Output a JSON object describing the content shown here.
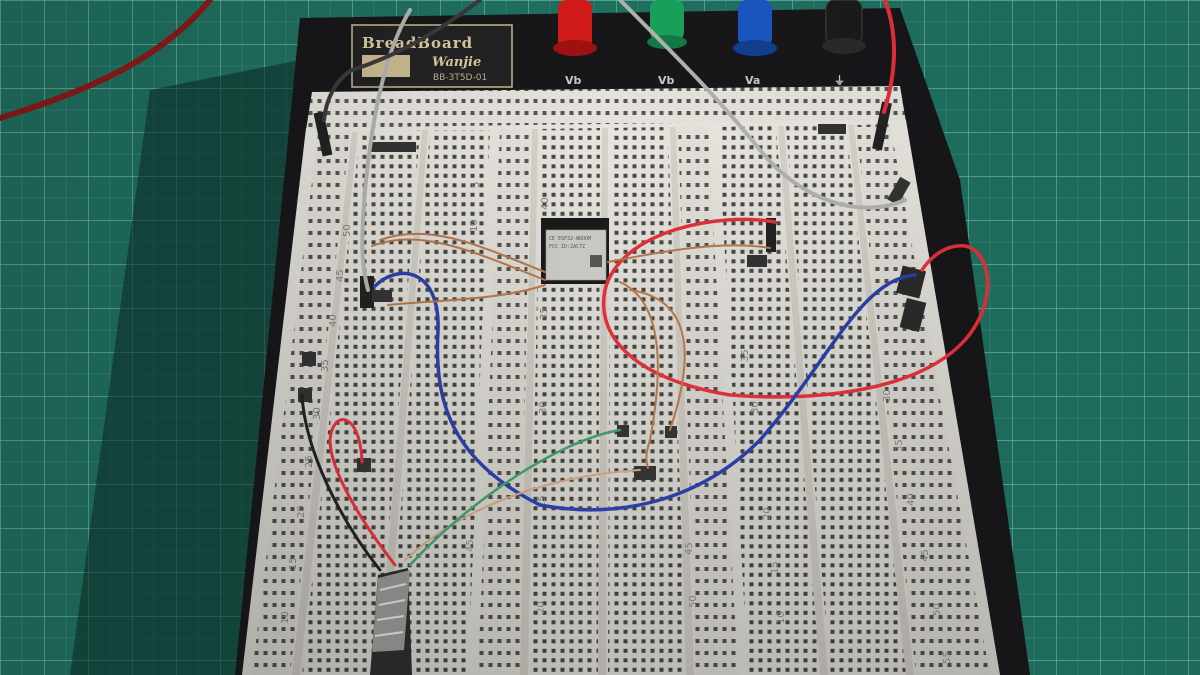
{
  "board": {
    "title": "BreadBoard",
    "brand": "Wanjie",
    "model": "BB-3T5D-01"
  },
  "posts": [
    {
      "label": "Vb",
      "color": "#d11a1a"
    },
    {
      "label": "Vb",
      "color": "#1aa05a"
    },
    {
      "label": "Va",
      "color": "#1a55c0"
    },
    {
      "label": "⏚",
      "color": "#1a1a1a"
    }
  ],
  "row_numbers": {
    "strip_a": [
      "50",
      "45",
      "40",
      "35",
      "30",
      "25",
      "20",
      "15",
      "10",
      "5"
    ],
    "strip_b": [
      "5",
      "10",
      "15",
      "20",
      "25",
      "30",
      "35",
      "40",
      "45",
      "50",
      "55"
    ],
    "strip_c": [
      "40",
      "35",
      "30",
      "25",
      "20",
      "15",
      "10"
    ],
    "strip_d": [
      "50",
      "45",
      "40",
      "35",
      "30",
      "25",
      "20",
      "15",
      "10"
    ],
    "strip_e": [
      "30",
      "35",
      "40",
      "45",
      "50",
      "55"
    ]
  },
  "chip": {
    "line1": "CE ESP32-WROOM",
    "line2": "FCC ID:2AC7Z"
  },
  "colors": {
    "mat": "#1f6f5f",
    "mat_grid": "#7fc8b6",
    "board_base": "#17171a",
    "board_white": "#e7e5de",
    "hole": "#4a4a48",
    "wire_red": "#e0303a",
    "wire_blue": "#2a3fa8",
    "wire_grey": "#b0b0ad",
    "wire_copper": "#b5774a",
    "wire_green": "#3f9a6a"
  }
}
